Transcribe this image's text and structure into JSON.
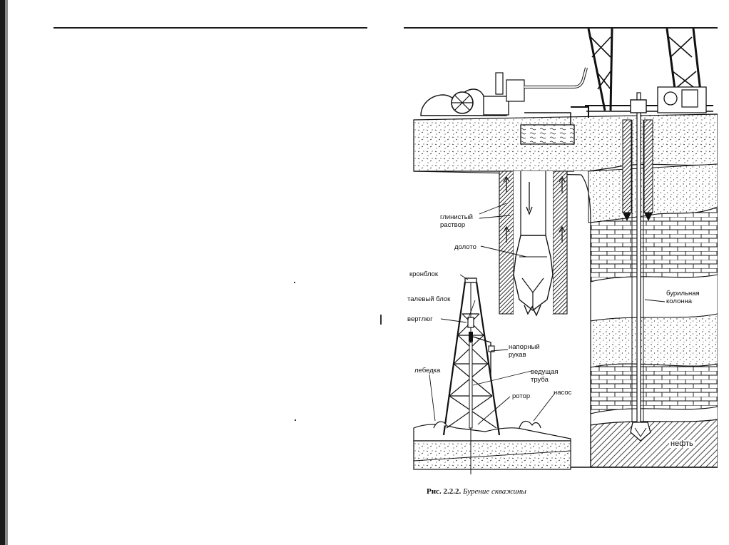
{
  "figure": {
    "labels": {
      "clay_solution": "глинистый\nраствор",
      "bit": "долото",
      "crown_block": "кронблок",
      "travelling_block": "талевый блок",
      "swivel": "вертлюг",
      "pressure_hose": "напорный\nрукав",
      "winch": "лебедка",
      "kelly": "ведущая\nтруба",
      "rotor": "ротор",
      "pump": "насос",
      "drill_string": "бурильная\nколонна",
      "oil": "нефть"
    }
  },
  "caption": {
    "number": "Рис. 2.2.2.",
    "text": "Бурение скважины"
  }
}
